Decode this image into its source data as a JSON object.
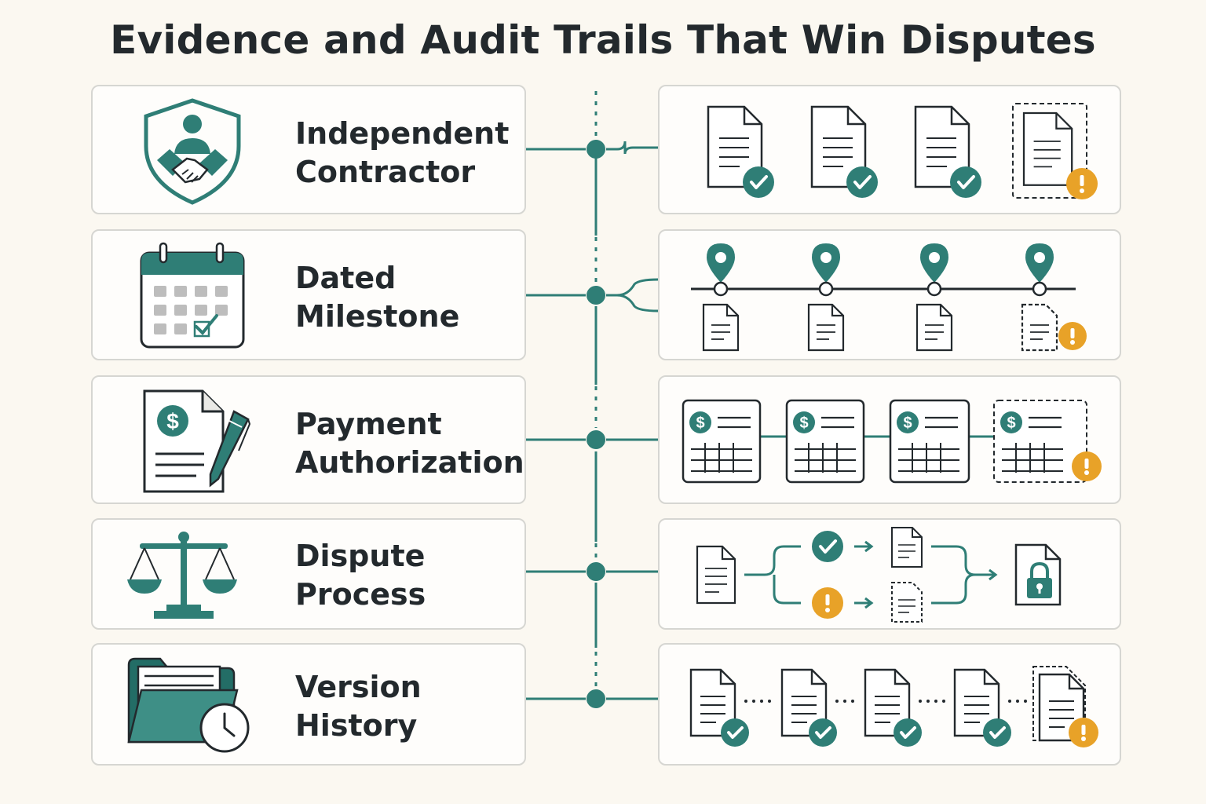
{
  "title": "Evidence and Audit Trails That Win Disputes",
  "colors": {
    "teal": "#2f7e76",
    "warning": "#e8a228",
    "ink": "#23292d",
    "border": "#d6d6d2",
    "background": "#fbf8f1"
  },
  "rows": [
    {
      "label_line1": "Independent",
      "label_line2": "Contractor",
      "icon": "shield-handshake-icon",
      "evidence": "four documents, three verified, one flagged"
    },
    {
      "label_line1": "Dated",
      "label_line2": "Milestone",
      "icon": "calendar-check-icon",
      "evidence": "four milestone pins on a timeline, last one flagged"
    },
    {
      "label_line1": "Payment",
      "label_line2": "Authorization",
      "icon": "signed-invoice-icon",
      "evidence": "four linked invoices, last one flagged"
    },
    {
      "label_line1": "Dispute",
      "label_line2": "Process",
      "icon": "scales-icon",
      "evidence": "document branches into verified and flagged paths, merging into locked record"
    },
    {
      "label_line1": "Version",
      "label_line2": "History",
      "icon": "folder-clock-icon",
      "evidence": "five document versions, four verified, last one flagged"
    }
  ]
}
